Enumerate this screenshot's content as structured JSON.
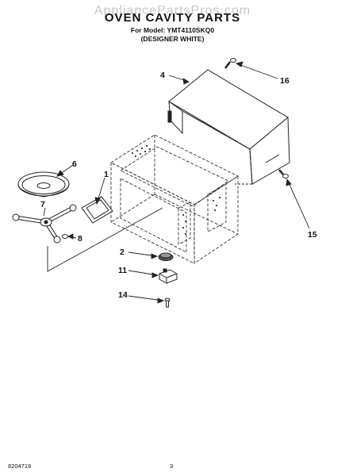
{
  "watermark": "AppliancePartsPros.com",
  "title": "OVEN CAVITY PARTS",
  "subtitle": "For Model: YMT4110SKQ0",
  "subtitle2": "(DESIGNER WHITE)",
  "callouts": [
    {
      "label": "4"
    },
    {
      "label": "16"
    },
    {
      "label": "1"
    },
    {
      "label": "6"
    },
    {
      "label": "7"
    },
    {
      "label": "8"
    },
    {
      "label": "15"
    },
    {
      "label": "2"
    },
    {
      "label": "11"
    },
    {
      "label": "14"
    }
  ],
  "doc_number": "8204719",
  "page_number": "3"
}
